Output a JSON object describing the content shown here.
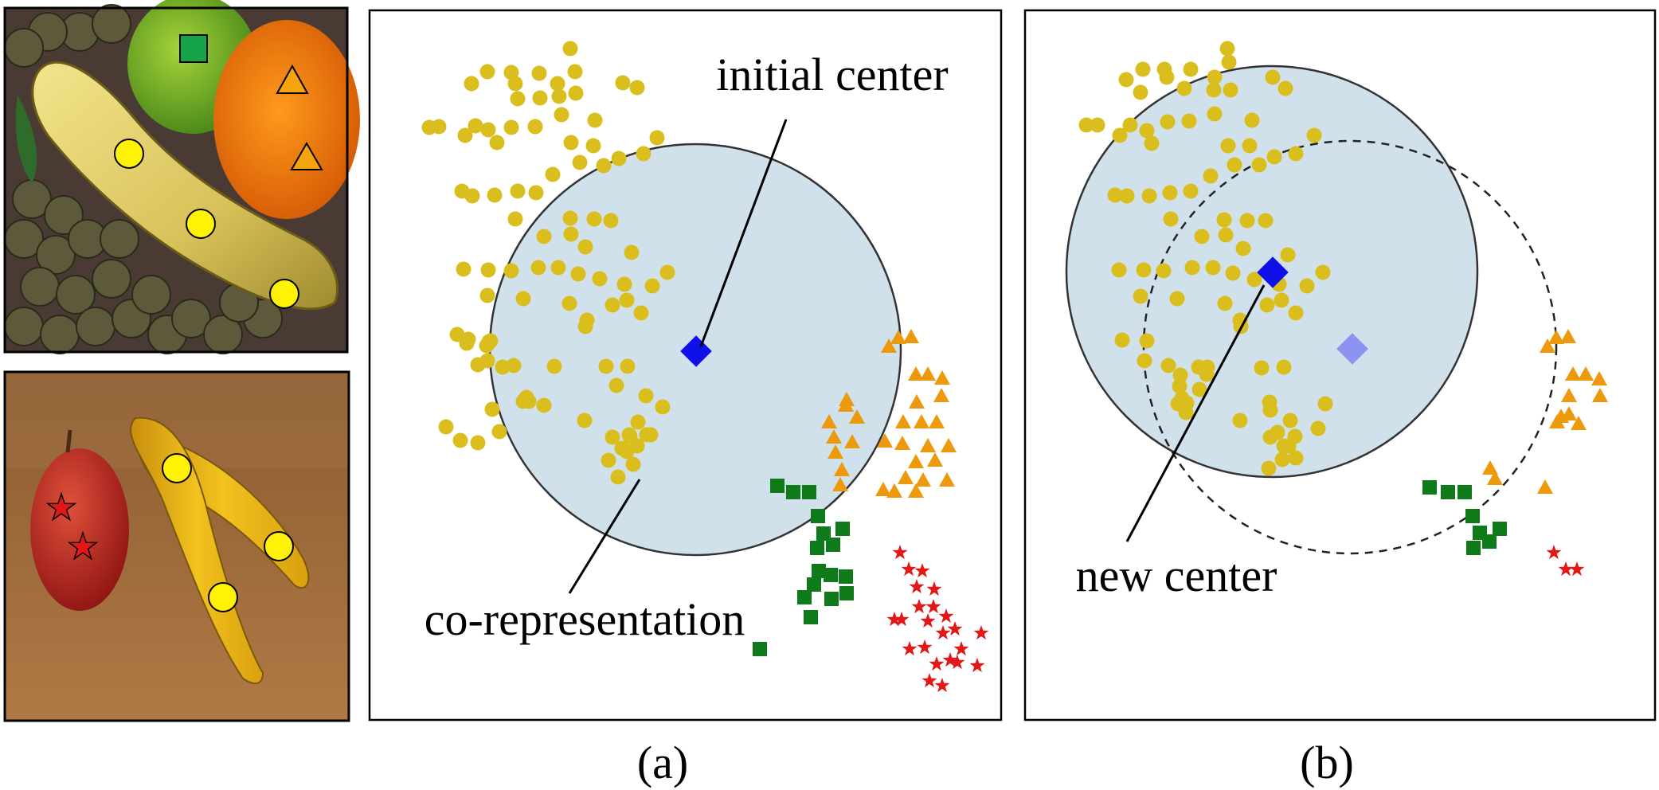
{
  "figure": {
    "panel_a": {
      "caption": "(a)",
      "annotations": {
        "initial_center": "initial center",
        "co_representation": "co-representation"
      }
    },
    "panel_b": {
      "caption": "(b)",
      "annotations": {
        "new_center": "new center"
      }
    }
  },
  "colors": {
    "banana": "#D9BE1E",
    "orange": "#EC9A0B",
    "lime": "#0F7A1A",
    "apple": "#E31717",
    "center": "#1010E8",
    "old_center": "#8C93F0",
    "region_fill": "#D1E1EC",
    "marker_yellow": "#FFF205",
    "marker_green": "#16A34A",
    "marker_orange": "#F5A40F"
  }
}
